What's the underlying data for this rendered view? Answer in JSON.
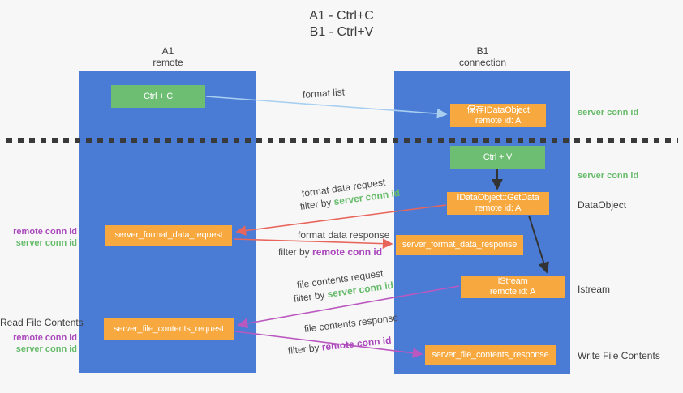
{
  "title": {
    "line1": "A1 - Ctrl+C",
    "line2": "B1 - Ctrl+V"
  },
  "columns": {
    "left": {
      "name": "A1",
      "role": "remote"
    },
    "right": {
      "name": "B1",
      "role": "connection"
    }
  },
  "boxes": {
    "ctrl_c": {
      "label": "Ctrl + C"
    },
    "save_idataobject": {
      "line1": "保存IDataObject",
      "line2": "remote id: A"
    },
    "ctrl_v": {
      "label": "Ctrl + V"
    },
    "getdata": {
      "line1": "IDataObject::GetData",
      "line2": "remote id: A"
    },
    "format_request": {
      "label": "server_format_data_request"
    },
    "format_response": {
      "label": "server_format_data_response"
    },
    "istream": {
      "line1": "IStream",
      "line2": "remote id: A"
    },
    "file_request": {
      "label": "server_file_contents_request"
    },
    "file_response": {
      "label": "server_file_contents_response"
    }
  },
  "flow_labels": {
    "format_list": "format list",
    "format_data_request": "format data request",
    "format_data_response": "format data response",
    "file_contents_request": "file contents request",
    "file_contents_response": "file contents response",
    "filter_prefix": "filter by",
    "server_conn_id": "server conn id",
    "remote_conn_id": "remote conn id"
  },
  "side_labels": {
    "right_server_conn_id_1": "server conn id",
    "right_server_conn_id_2": "server conn id",
    "right_dataobject": "DataObject",
    "right_istream": "Istream",
    "right_write_file": "Write File Contents",
    "left_remote_conn_id_1": "remote conn id",
    "left_server_conn_id_1": "server conn id",
    "left_read_file": "Read File Contents",
    "left_remote_conn_id_2": "remote conn id",
    "left_server_conn_id_2": "server conn id"
  },
  "colors": {
    "background": "#f7f7f7",
    "column_blue": "#4a7cd6",
    "box_green": "#6dbd72",
    "box_orange": "#f7a940",
    "arrow_lightblue": "#a9cff0",
    "arrow_red": "#e8655c",
    "arrow_magenta": "#bb58c0",
    "arrow_black": "#333333",
    "text_green": "#66bb6a",
    "text_purple": "#ab47bc",
    "separator_dark": "#3a3a3a"
  }
}
